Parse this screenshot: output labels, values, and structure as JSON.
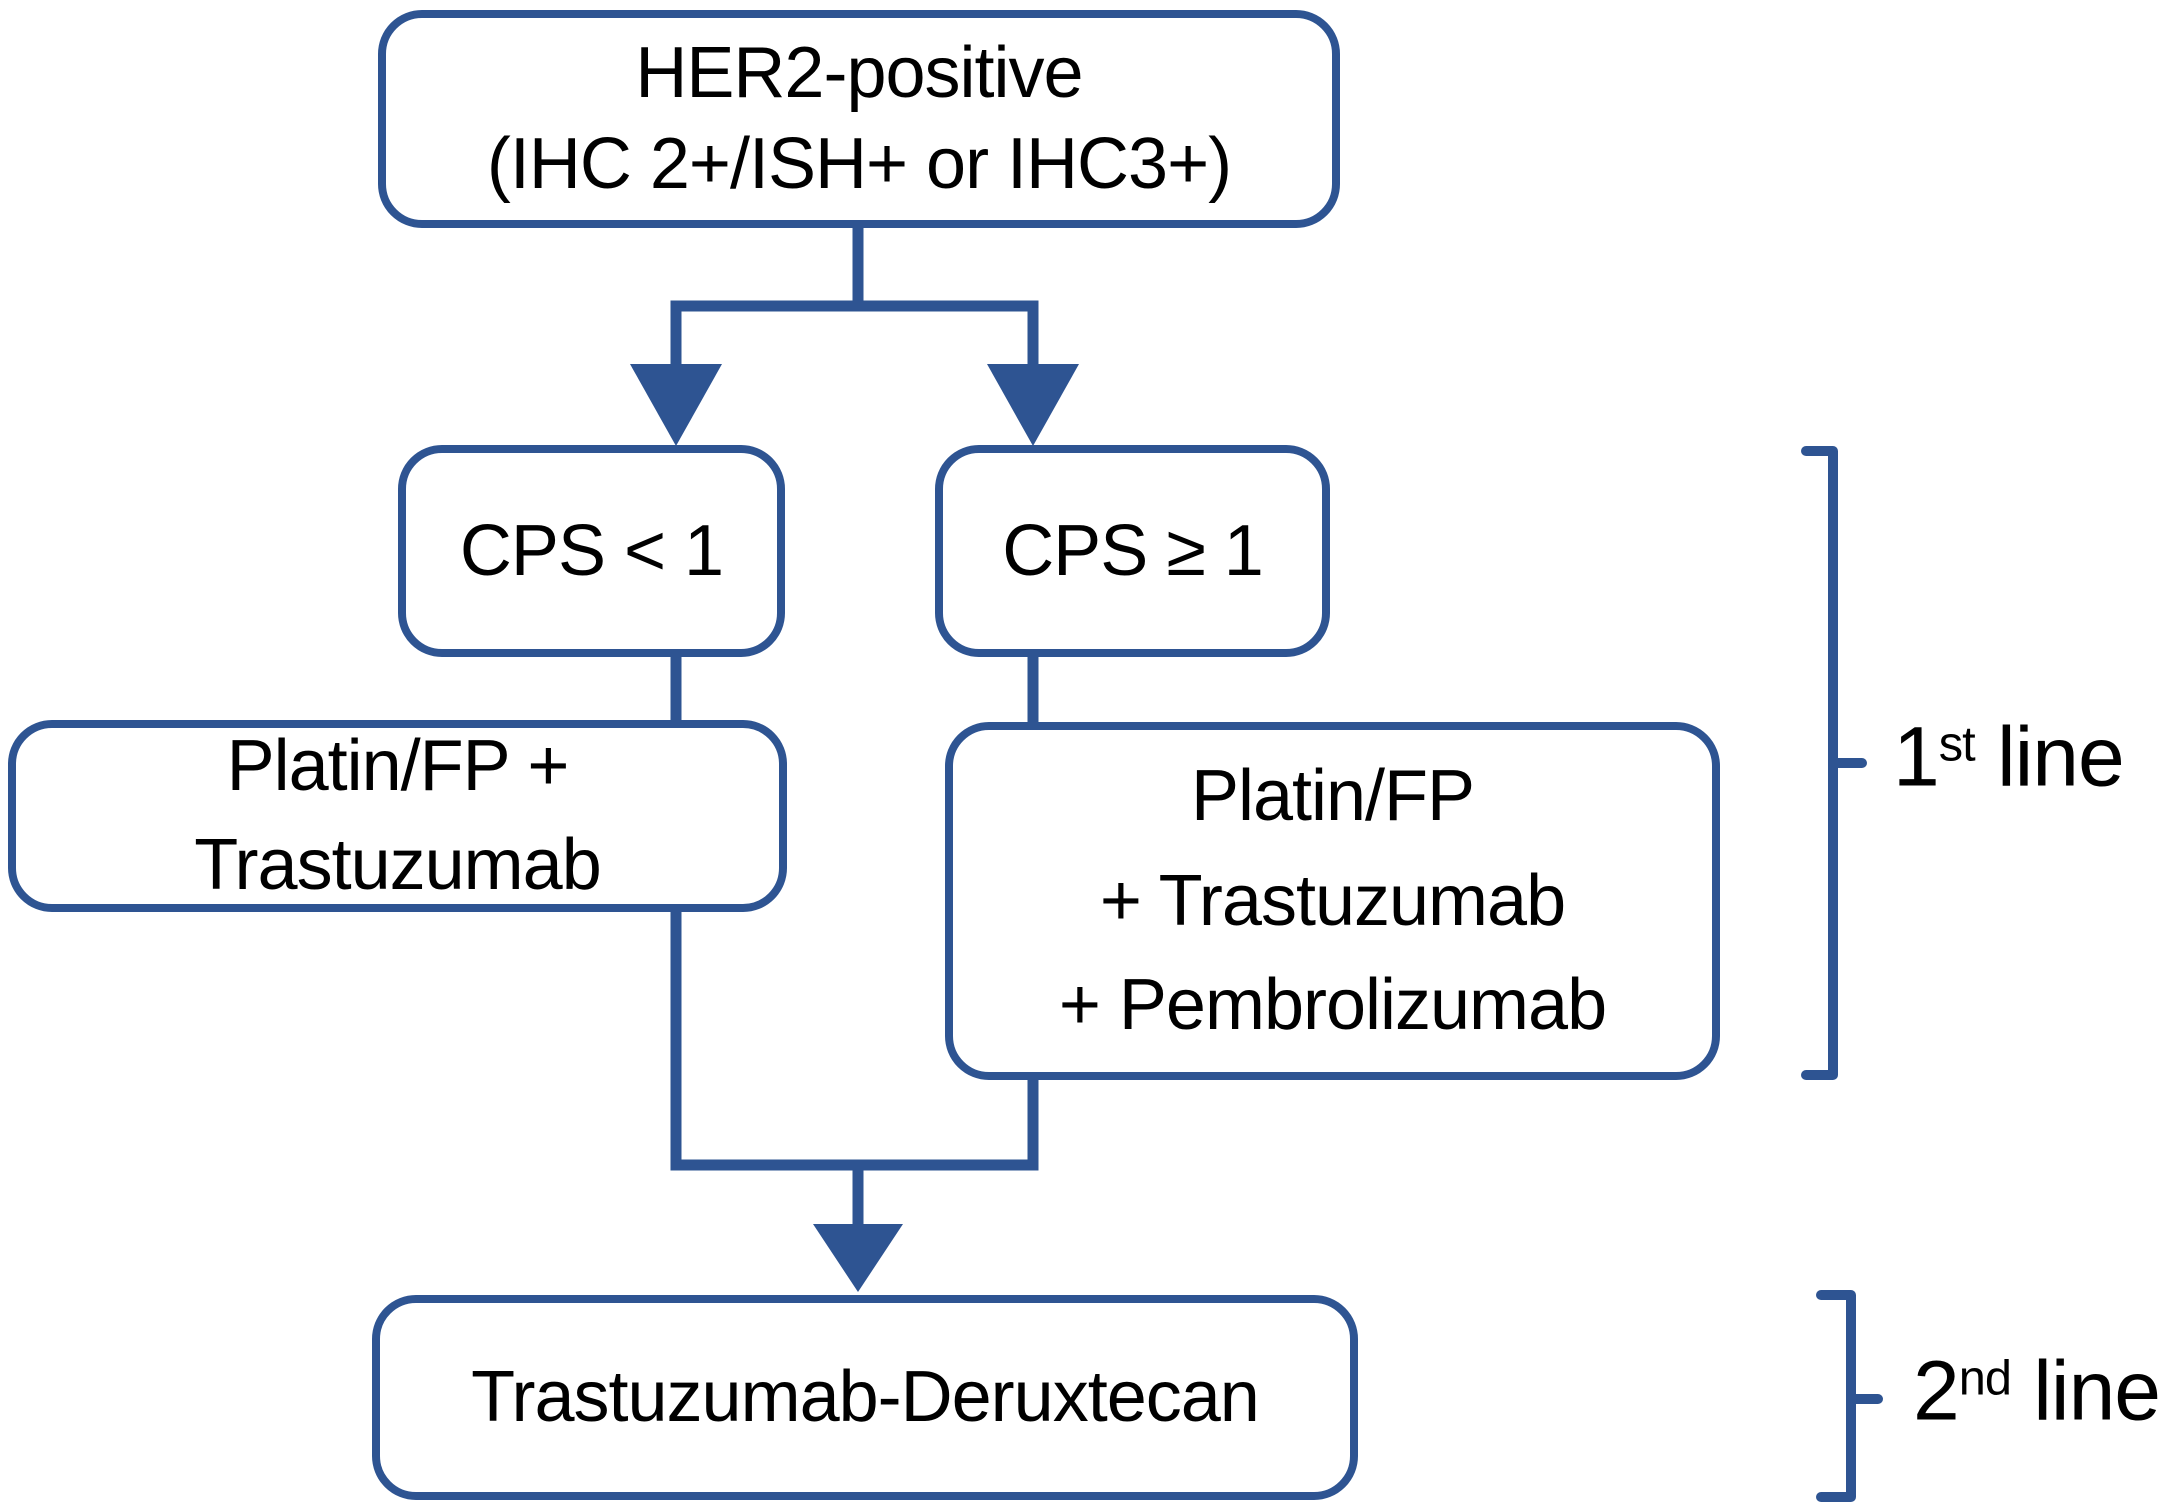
{
  "colors": {
    "shape_blue": "#2E5492",
    "text_black": "#000000",
    "background": "#FFFFFF"
  },
  "nodes": {
    "her2": {
      "line1": "HER2-positive",
      "line2": "(IHC 2+/ISH+ or IHC3+)"
    },
    "cps_low": {
      "label": "CPS < 1"
    },
    "cps_high": {
      "label": "CPS ≥ 1"
    },
    "tx_low": {
      "line1": "Platin/FP +",
      "line2": "Trastuzumab"
    },
    "tx_high": {
      "line1": "Platin/FP",
      "line2": "+ Trastuzumab",
      "line3": "+ Pembrolizumab"
    },
    "second_line_tx": {
      "label": "Trastuzumab-Deruxtecan"
    }
  },
  "annotations": {
    "first_line": {
      "number": "1",
      "ordinal": "st",
      "word": " line"
    },
    "second_line": {
      "number": "2",
      "ordinal": "nd",
      "word": " line"
    }
  }
}
